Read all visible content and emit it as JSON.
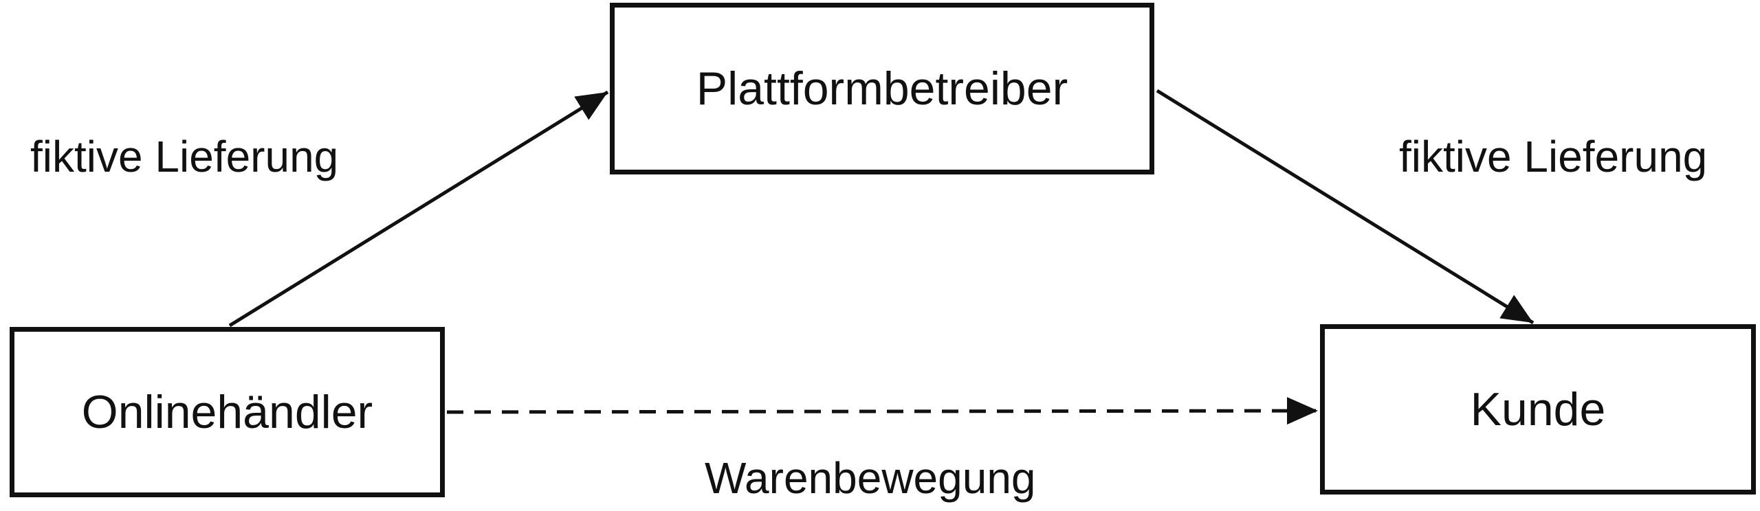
{
  "diagram": {
    "nodes": {
      "platform": "Plattformbetreiber",
      "merchant": "Onlinehändler",
      "customer": "Kunde"
    },
    "edges": {
      "merchant_to_platform": "fiktive Lieferung",
      "platform_to_customer": "fiktive Lieferung",
      "merchant_to_customer": "Warenbewegung"
    }
  }
}
